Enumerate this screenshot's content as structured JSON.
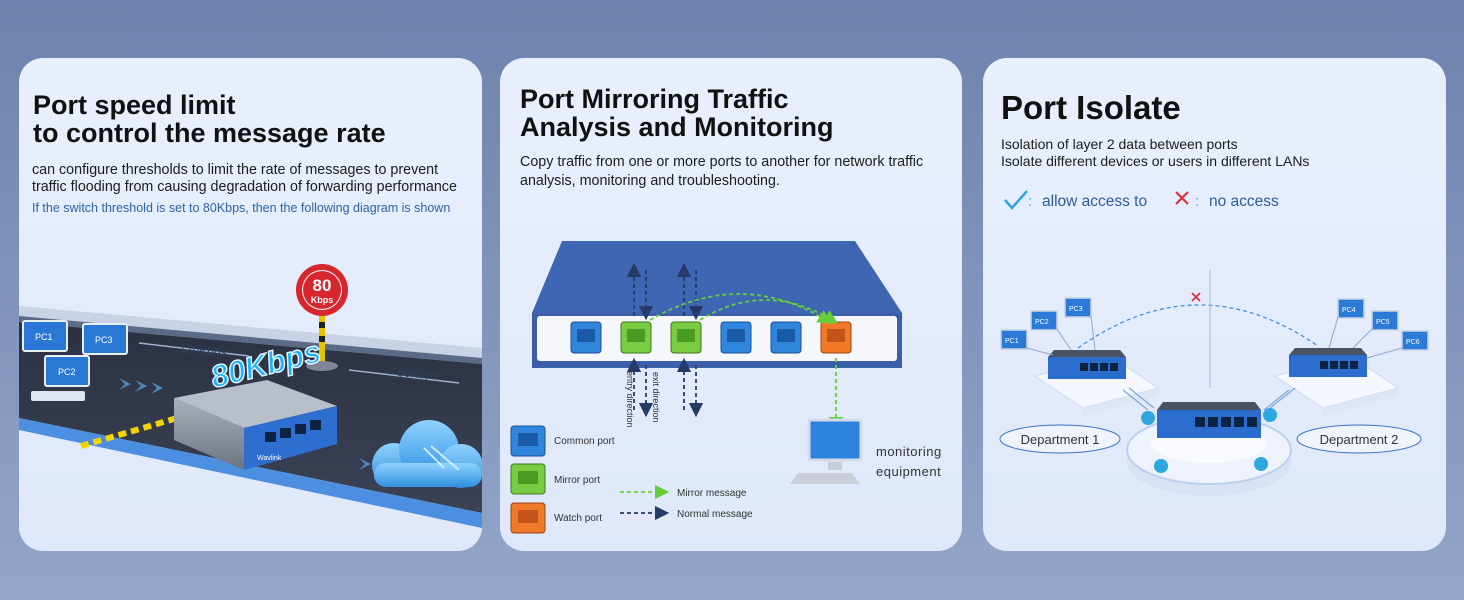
{
  "card1": {
    "title_line1": "Port speed limit",
    "title_line2": "to control the message rate",
    "desc_line1": "can configure thresholds to limit the rate of messages to prevent",
    "desc_line2": "traffic flooding from causing degradation of forwarding performance",
    "note": "If the switch threshold is set to 80Kbps, then the following diagram is shown",
    "sign_value": "80",
    "sign_unit": "Kbps",
    "pc_labels": [
      "PC1",
      "PC3",
      "PC2"
    ],
    "speed_in": "120Kbps",
    "speed_out": "80Kbps",
    "big_label": "80Kbps",
    "brand": "Wavlink"
  },
  "card2": {
    "title_line1": "Port Mirroring Traffic",
    "title_line2": "Analysis and Monitoring",
    "desc_line1": "Copy traffic from one or more ports to another for network traffic",
    "desc_line2": "analysis, monitoring and troubleshooting.",
    "entry_direction": "entry direction",
    "exit_direction": "exit direction",
    "monitor_line1": "monitoring",
    "monitor_line2": "equipment",
    "legend": {
      "common": "Common port",
      "mirror": "Mirror port",
      "watch": "Watch port",
      "mirror_msg": "Mirror message",
      "normal_msg": "Normal message"
    },
    "colors": {
      "common": "#2f86dc",
      "mirror": "#79cc41",
      "watch": "#f07a27"
    }
  },
  "card3": {
    "title": "Port Isolate",
    "desc_line1": "Isolation of layer 2 data between ports",
    "desc_line2": "Isolate different devices or users in different LANs",
    "allow_text": "allow access to",
    "deny_text": "no access",
    "pc_labels": [
      "PC1",
      "PC2",
      "PC3",
      "PC4",
      "PC5",
      "PC6"
    ],
    "dept1": "Department 1",
    "dept2": "Department 2",
    "colors": {
      "allow": "#2ea6e0",
      "deny": "#e0303c"
    }
  }
}
